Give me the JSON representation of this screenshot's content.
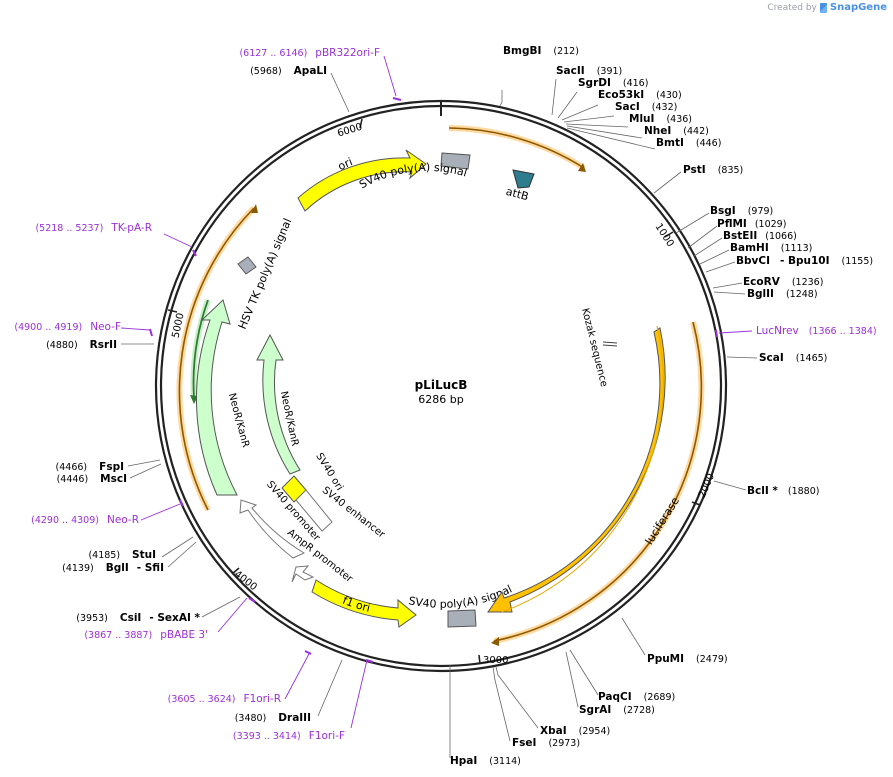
{
  "credit": {
    "created_by": "Created by",
    "brand": "SnapGene"
  },
  "plasmid": {
    "name": "pLiLucB",
    "size_label": "6286 bp",
    "length": 6286
  },
  "ticks": [
    {
      "pos": 1000,
      "label": "1000"
    },
    {
      "pos": 2000,
      "label": "2000"
    },
    {
      "pos": 3000,
      "label": "3000"
    },
    {
      "pos": 4000,
      "label": "4000"
    },
    {
      "pos": 5000,
      "label": "5000"
    },
    {
      "pos": 6000,
      "label": "6000"
    }
  ],
  "sites": [
    {
      "name": "BmgBI",
      "pos": "(212)"
    },
    {
      "name": "SacII",
      "pos": "(391)"
    },
    {
      "name": "SgrDI",
      "pos": "(416)"
    },
    {
      "name": "Eco53kI",
      "pos": "(430)"
    },
    {
      "name": "SacI",
      "pos": "(432)"
    },
    {
      "name": "MluI",
      "pos": "(436)"
    },
    {
      "name": "NheI",
      "pos": "(442)"
    },
    {
      "name": "BmtI",
      "pos": "(446)"
    },
    {
      "name": "PstI",
      "pos": "(835)"
    },
    {
      "name": "BsgI",
      "pos": "(979)"
    },
    {
      "name": "PflMI",
      "pos": "(1029)"
    },
    {
      "name": "BstEII",
      "pos": "(1066)"
    },
    {
      "name": "BamHI",
      "pos": "(1113)"
    },
    {
      "name": "BbvCI",
      "name2": "- Bpu10I",
      "pos": "(1155)"
    },
    {
      "name": "EcoRV",
      "pos": "(1236)"
    },
    {
      "name": "BglII",
      "pos": "(1248)"
    },
    {
      "name": "ScaI",
      "pos": "(1465)"
    },
    {
      "name": "BclI *",
      "pos": "(1880)"
    },
    {
      "name": "PpuMI",
      "pos": "(2479)"
    },
    {
      "name": "PaqCI",
      "pos": "(2689)"
    },
    {
      "name": "SgrAI",
      "pos": "(2728)"
    },
    {
      "name": "XbaI",
      "pos": "(2954)"
    },
    {
      "name": "FseI",
      "pos": "(2973)"
    },
    {
      "name": "HpaI",
      "pos": "(3114)"
    },
    {
      "name": "DraIII",
      "pos": "(3480)"
    },
    {
      "name": "CsiI",
      "name2": "- SexAI *",
      "pos": "(3953)"
    },
    {
      "name": "StuI",
      "pos": "(4185)"
    },
    {
      "name": "BglI",
      "name2": "- SfiI",
      "pos": "(4139)"
    },
    {
      "name": "FspI",
      "pos": "(4466)"
    },
    {
      "name": "MscI",
      "pos": "(4446)"
    },
    {
      "name": "RsrII",
      "pos": "(4880)"
    },
    {
      "name": "ApaLI",
      "pos": "(5968)"
    }
  ],
  "primers": [
    {
      "range": "(6127 .. 6146)",
      "name": "pBR322ori-F"
    },
    {
      "range": "(5218 .. 5237)",
      "name": "TK-pA-R"
    },
    {
      "range": "(4900 .. 4919)",
      "name": "Neo-F"
    },
    {
      "range": "(4290 .. 4309)",
      "name": "Neo-R"
    },
    {
      "range": "(3867 .. 3887)",
      "name": "pBABE 3'"
    },
    {
      "range": "(3605 .. 3624)",
      "name": "F1ori-R"
    },
    {
      "range": "(3393 .. 3414)",
      "name": "F1ori-F"
    },
    {
      "range": "(1366 .. 1384)",
      "name": "LucNrev",
      "right": true
    }
  ],
  "features": [
    {
      "name": "ori",
      "type": "rep_origin",
      "color": "#ffff00"
    },
    {
      "name": "SV40 poly(A) signal",
      "type": "polyA"
    },
    {
      "name": "attB",
      "type": "misc",
      "color": "#2e7d8f"
    },
    {
      "name": "HSV TK poly(A) signal",
      "type": "polyA"
    },
    {
      "name": "NeoR/KanR",
      "type": "CDS",
      "color": "#ccffcc"
    },
    {
      "name": "NeoR/KanR",
      "type": "CDS",
      "color": "#ccffcc"
    },
    {
      "name": "SV40 ori",
      "type": "rep_origin"
    },
    {
      "name": "SV40 enhancer",
      "type": "enhancer"
    },
    {
      "name": "SV40 promoter",
      "type": "promoter"
    },
    {
      "name": "AmpR promoter",
      "type": "promoter"
    },
    {
      "name": "f1 ori",
      "type": "rep_origin",
      "color": "#ffff00"
    },
    {
      "name": "SV40 poly(A) signal",
      "type": "polyA"
    },
    {
      "name": "luciferase",
      "type": "CDS",
      "color": "#ffc000"
    },
    {
      "name": "Kozak sequence",
      "type": "misc"
    }
  ],
  "colors": {
    "backbone": "#222222",
    "enzyme_line": "#666666",
    "primer": "#9b30d9",
    "orf_arrow": "#8b5a00",
    "orf_halo": "#ffd9a0",
    "green_orf": "#2e7d32",
    "polyA_box": "#a9afb8"
  }
}
